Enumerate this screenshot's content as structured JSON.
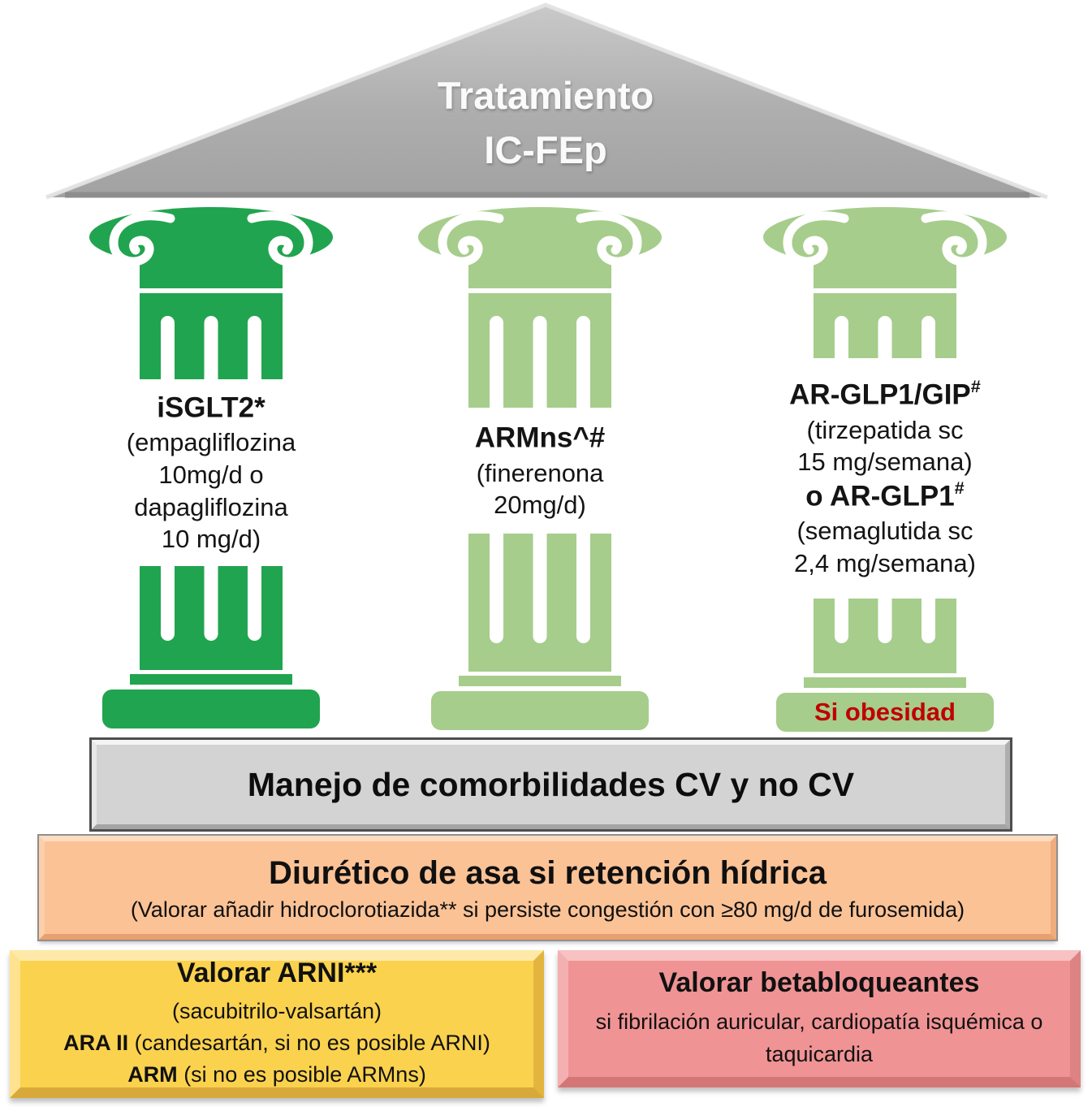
{
  "colors": {
    "dark_green": "#21A44F",
    "light_green": "#A6CD8C",
    "red_text": "#C00000",
    "roof_gray": "#ACACAC",
    "gray_bar": "#D3D3D3",
    "orange": "#FBC296",
    "yellow": "#FBD24E",
    "pink": "#F09394"
  },
  "roof": {
    "line1": "Tratamiento",
    "line2": "IC-FEp"
  },
  "columns": [
    {
      "title": "iSGLT2*",
      "title_sup": "",
      "sub": "(empagliflozina\n10mg/d o\ndapagliflozina\n10 mg/d)",
      "base_label": ""
    },
    {
      "title": "ARMns^#",
      "title_sup": "",
      "sub": "(finerenona\n20mg/d)",
      "base_label": ""
    },
    {
      "title": "AR-GLP1/GIP",
      "title_sup": "#",
      "sub": "(tirzepatida sc\n15 mg/semana)",
      "title2": "o AR-GLP1",
      "title2_sup": "#",
      "sub2": "(semaglutida sc\n2,4 mg/semana)",
      "base_label": "Si obesidad"
    }
  ],
  "comorbidities_bar": {
    "label": "Manejo de comorbilidades CV y no CV"
  },
  "diuretic_bar": {
    "title": "Diurético de asa si retención hídrica",
    "subtitle": "(Valorar añadir hidroclorotiazida** si persiste congestión con ≥80 mg/d de furosemida)"
  },
  "arni_box": {
    "title": "Valorar ARNI***",
    "line1": "(sacubitrilo-valsartán)",
    "line2_bold": "ARA II",
    "line2_rest": " (candesartán, si no es posible ARNI)",
    "line3_bold": "ARM",
    "line3_rest": " (si no es posible ARMns)"
  },
  "betablocker_box": {
    "title": "Valorar betabloqueantes",
    "subtitle": "si fibrilación auricular, cardiopatía isquémica o\ntaquicardia"
  }
}
